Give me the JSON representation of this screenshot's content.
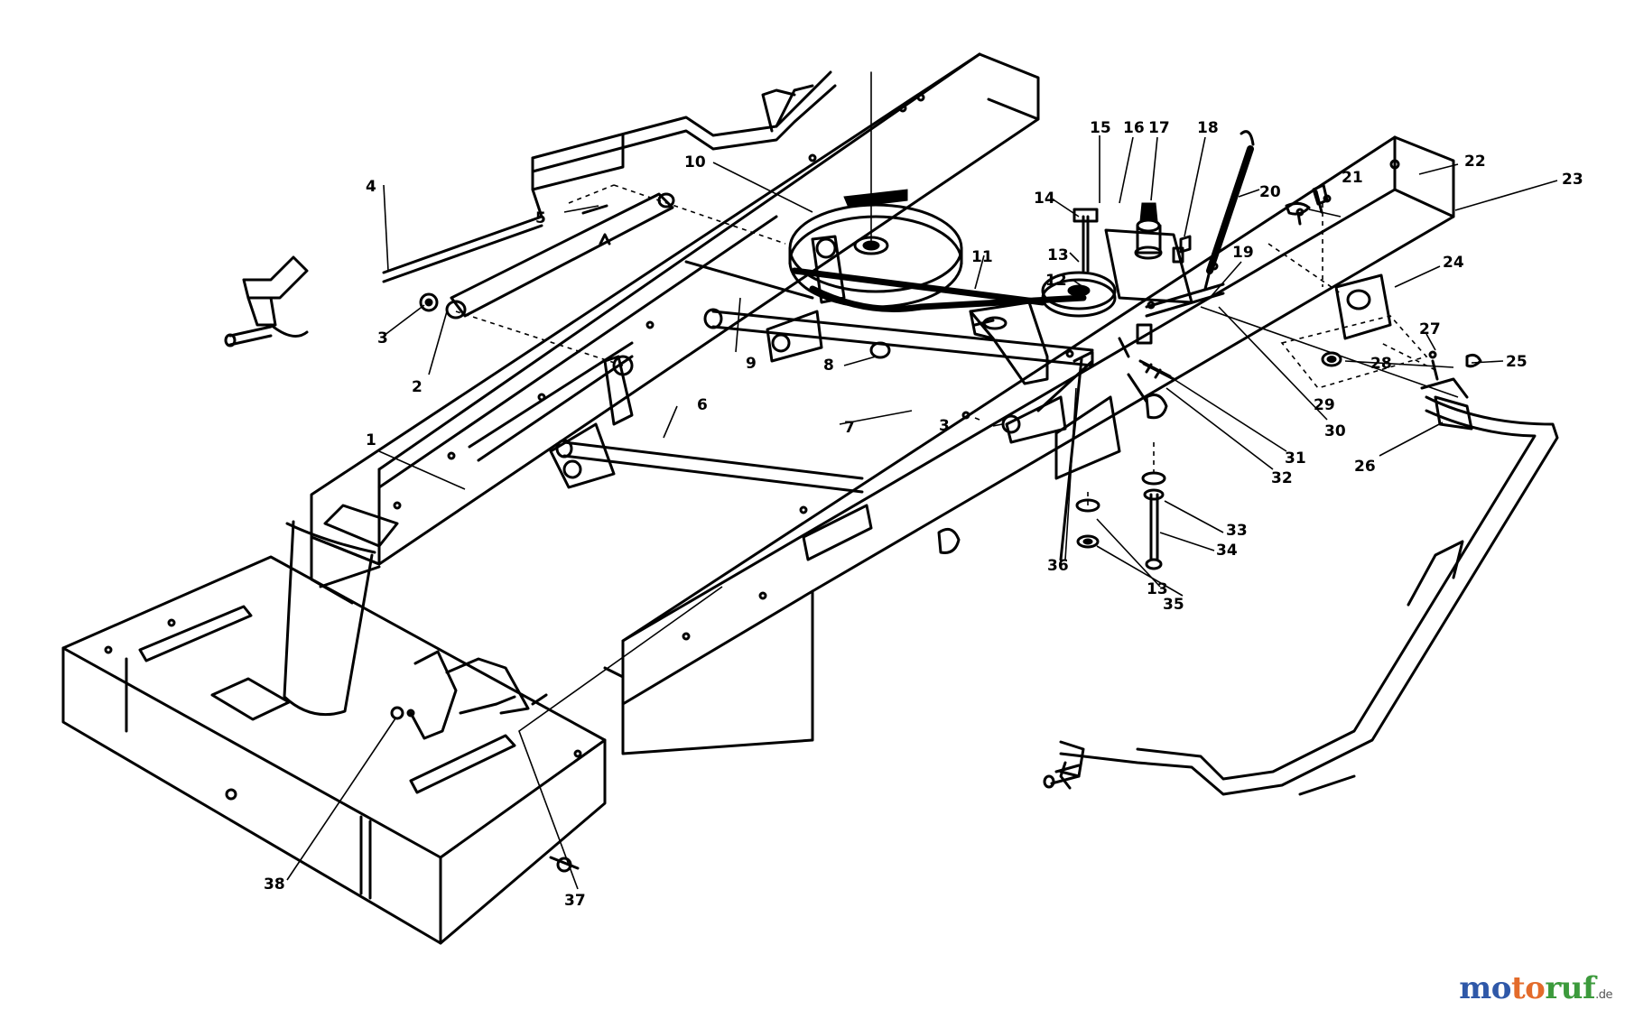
{
  "diagram": {
    "callouts": [
      {
        "id": "c1",
        "text": "1"
      },
      {
        "id": "c2",
        "text": "2"
      },
      {
        "id": "c3a",
        "text": "3"
      },
      {
        "id": "c3b",
        "text": "3"
      },
      {
        "id": "c4",
        "text": "4"
      },
      {
        "id": "c5",
        "text": "5"
      },
      {
        "id": "c6",
        "text": "6"
      },
      {
        "id": "c7",
        "text": "7"
      },
      {
        "id": "c8",
        "text": "8"
      },
      {
        "id": "c9",
        "text": "9"
      },
      {
        "id": "c10",
        "text": "10"
      },
      {
        "id": "c11",
        "text": "11"
      },
      {
        "id": "c12",
        "text": "12"
      },
      {
        "id": "c13a",
        "text": "13"
      },
      {
        "id": "c13b",
        "text": "13"
      },
      {
        "id": "c14",
        "text": "14"
      },
      {
        "id": "c15",
        "text": "15"
      },
      {
        "id": "c16",
        "text": "16"
      },
      {
        "id": "c17",
        "text": "17"
      },
      {
        "id": "c18",
        "text": "18"
      },
      {
        "id": "c19",
        "text": "19"
      },
      {
        "id": "c20",
        "text": "20"
      },
      {
        "id": "c21",
        "text": "21"
      },
      {
        "id": "c22",
        "text": "22"
      },
      {
        "id": "c23",
        "text": "23"
      },
      {
        "id": "c24",
        "text": "24"
      },
      {
        "id": "c25",
        "text": "25"
      },
      {
        "id": "c26",
        "text": "26"
      },
      {
        "id": "c27",
        "text": "27"
      },
      {
        "id": "c28",
        "text": "28"
      },
      {
        "id": "c29",
        "text": "29"
      },
      {
        "id": "c30",
        "text": "30"
      },
      {
        "id": "c31",
        "text": "31"
      },
      {
        "id": "c32",
        "text": "32"
      },
      {
        "id": "c33",
        "text": "33"
      },
      {
        "id": "c34",
        "text": "34"
      },
      {
        "id": "c35",
        "text": "35"
      },
      {
        "id": "c36",
        "text": "36"
      },
      {
        "id": "c37",
        "text": "37"
      },
      {
        "id": "c38",
        "text": "38"
      }
    ]
  },
  "watermark": {
    "part1": "mo",
    "part2": "to",
    "part3": "ruf",
    "tld": ".de",
    "colors": {
      "blue": "#2f58a8",
      "orange": "#e36b2b",
      "green": "#3c9a3c"
    }
  }
}
